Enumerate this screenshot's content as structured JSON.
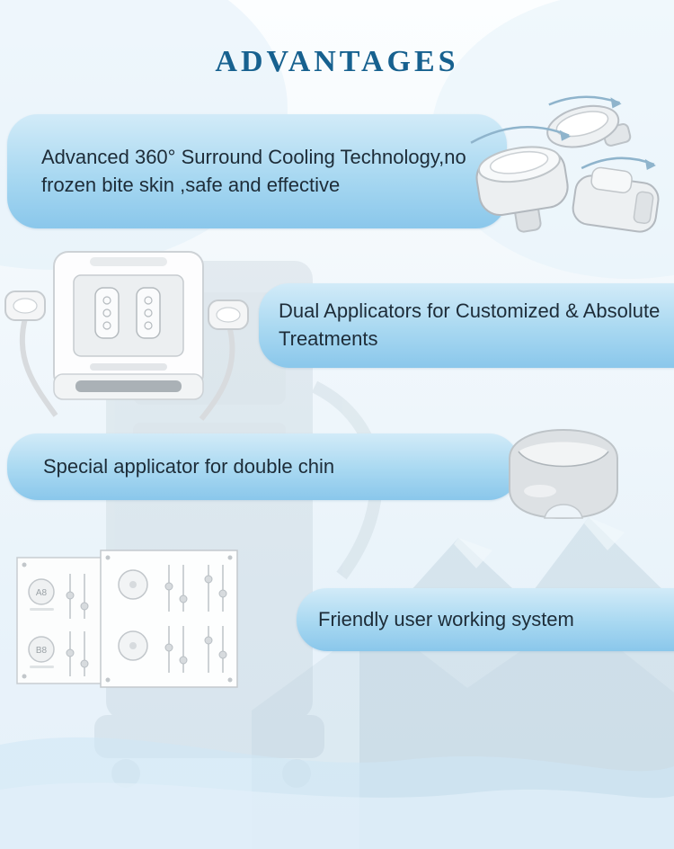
{
  "page_title": "ADVANTAGES",
  "features": [
    {
      "id": "surround-cooling",
      "text": "Advanced 360° Surround Cooling Technology,no frozen bite skin ,safe and effective"
    },
    {
      "id": "dual-applicators",
      "text": "Dual Applicators for Customized & Absolute Treatments"
    },
    {
      "id": "double-chin",
      "text": "Special applicator for double chin"
    },
    {
      "id": "friendly-system",
      "text": "Friendly user working system"
    }
  ],
  "panel_labels": {
    "top": "A8",
    "bottom": "B8"
  },
  "illustrations": [
    {
      "name": "cooling-handles"
    },
    {
      "name": "dual-applicator-machine"
    },
    {
      "name": "double-chin-applicator"
    },
    {
      "name": "control-panels"
    }
  ],
  "colors": {
    "title": "#17618f",
    "banner_top": "#d2ebf8",
    "banner_bottom": "#8ac7eb",
    "banner_text": "#1d2c38",
    "illustration_gray": "#e9ecee",
    "background_tint": "#e6f1f9"
  }
}
